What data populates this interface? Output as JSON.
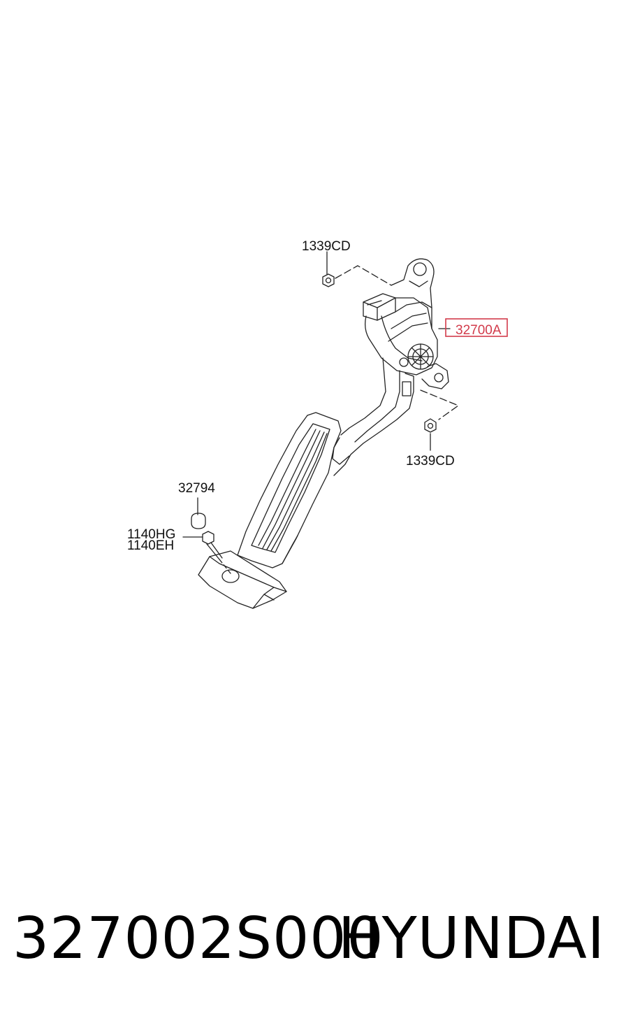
{
  "diagram": {
    "callouts": {
      "top_nut": "1339CD",
      "assembly": "32700A",
      "bottom_nut": "1339CD",
      "stopper": "32794",
      "bolt_a": "1140HG",
      "bolt_b": "1140EH"
    },
    "highlight_color": "#d23b4b",
    "line_color": "#222222"
  },
  "footer": {
    "part_number": "327002S000",
    "brand": "HYUNDAI"
  }
}
